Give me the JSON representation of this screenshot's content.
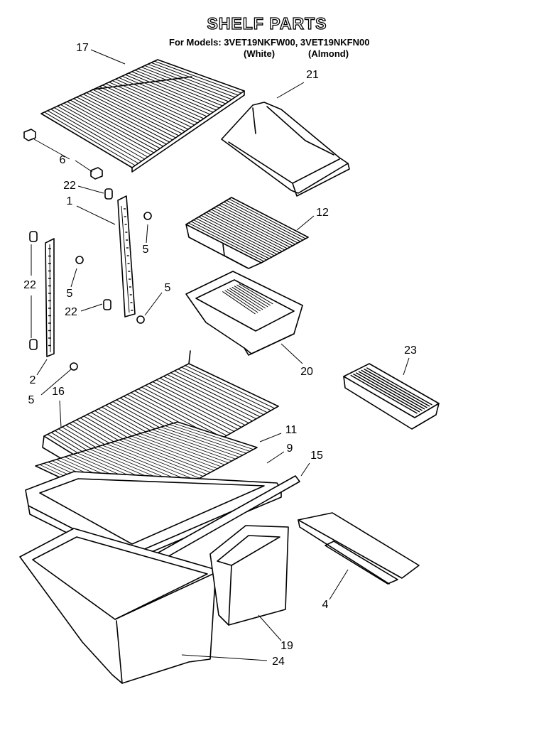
{
  "header": {
    "title": "SHELF PARTS",
    "models_line": "For Models: 3VET19NKFW00, 3VET19NKFN00",
    "variant_white": "(White)",
    "variant_almond": "(Almond)"
  },
  "callouts": [
    {
      "id": "c17",
      "text": "17",
      "part": "wire-shelf-top"
    },
    {
      "id": "c21",
      "text": "21",
      "part": "dairy-bin"
    },
    {
      "id": "c6",
      "text": "6",
      "part": "shelf-end-caps"
    },
    {
      "id": "c22a",
      "text": "22",
      "part": "ladder-clip-upper"
    },
    {
      "id": "c1",
      "text": "1",
      "part": "ladder-rail-right"
    },
    {
      "id": "c5a",
      "text": "5",
      "part": "screw-upper-right"
    },
    {
      "id": "c12",
      "text": "12",
      "part": "drawer-cover-small"
    },
    {
      "id": "c22b",
      "text": "22",
      "part": "ladder-clips-left"
    },
    {
      "id": "c5b",
      "text": "5",
      "part": "screw-left-upper"
    },
    {
      "id": "c5c",
      "text": "5",
      "part": "screw-right-lower"
    },
    {
      "id": "c22c",
      "text": "22",
      "part": "ladder-clip-lower"
    },
    {
      "id": "c20",
      "text": "20",
      "part": "meat-drawer"
    },
    {
      "id": "c23",
      "text": "23",
      "part": "ice-tray"
    },
    {
      "id": "c2",
      "text": "2",
      "part": "ladder-rail-left"
    },
    {
      "id": "c5d",
      "text": "5",
      "part": "screw-left-lower"
    },
    {
      "id": "c16",
      "text": "16",
      "part": "wire-shelf-main"
    },
    {
      "id": "c11",
      "text": "11",
      "part": "glass-shelf"
    },
    {
      "id": "c9",
      "text": "9",
      "part": "crisper-cover-frame"
    },
    {
      "id": "c15",
      "text": "15",
      "part": "cover-trim-strip"
    },
    {
      "id": "c4",
      "text": "4",
      "part": "drawer-slide-rail"
    },
    {
      "id": "c19",
      "text": "19",
      "part": "crisper-right"
    },
    {
      "id": "c24",
      "text": "24",
      "part": "crisper-left"
    }
  ]
}
